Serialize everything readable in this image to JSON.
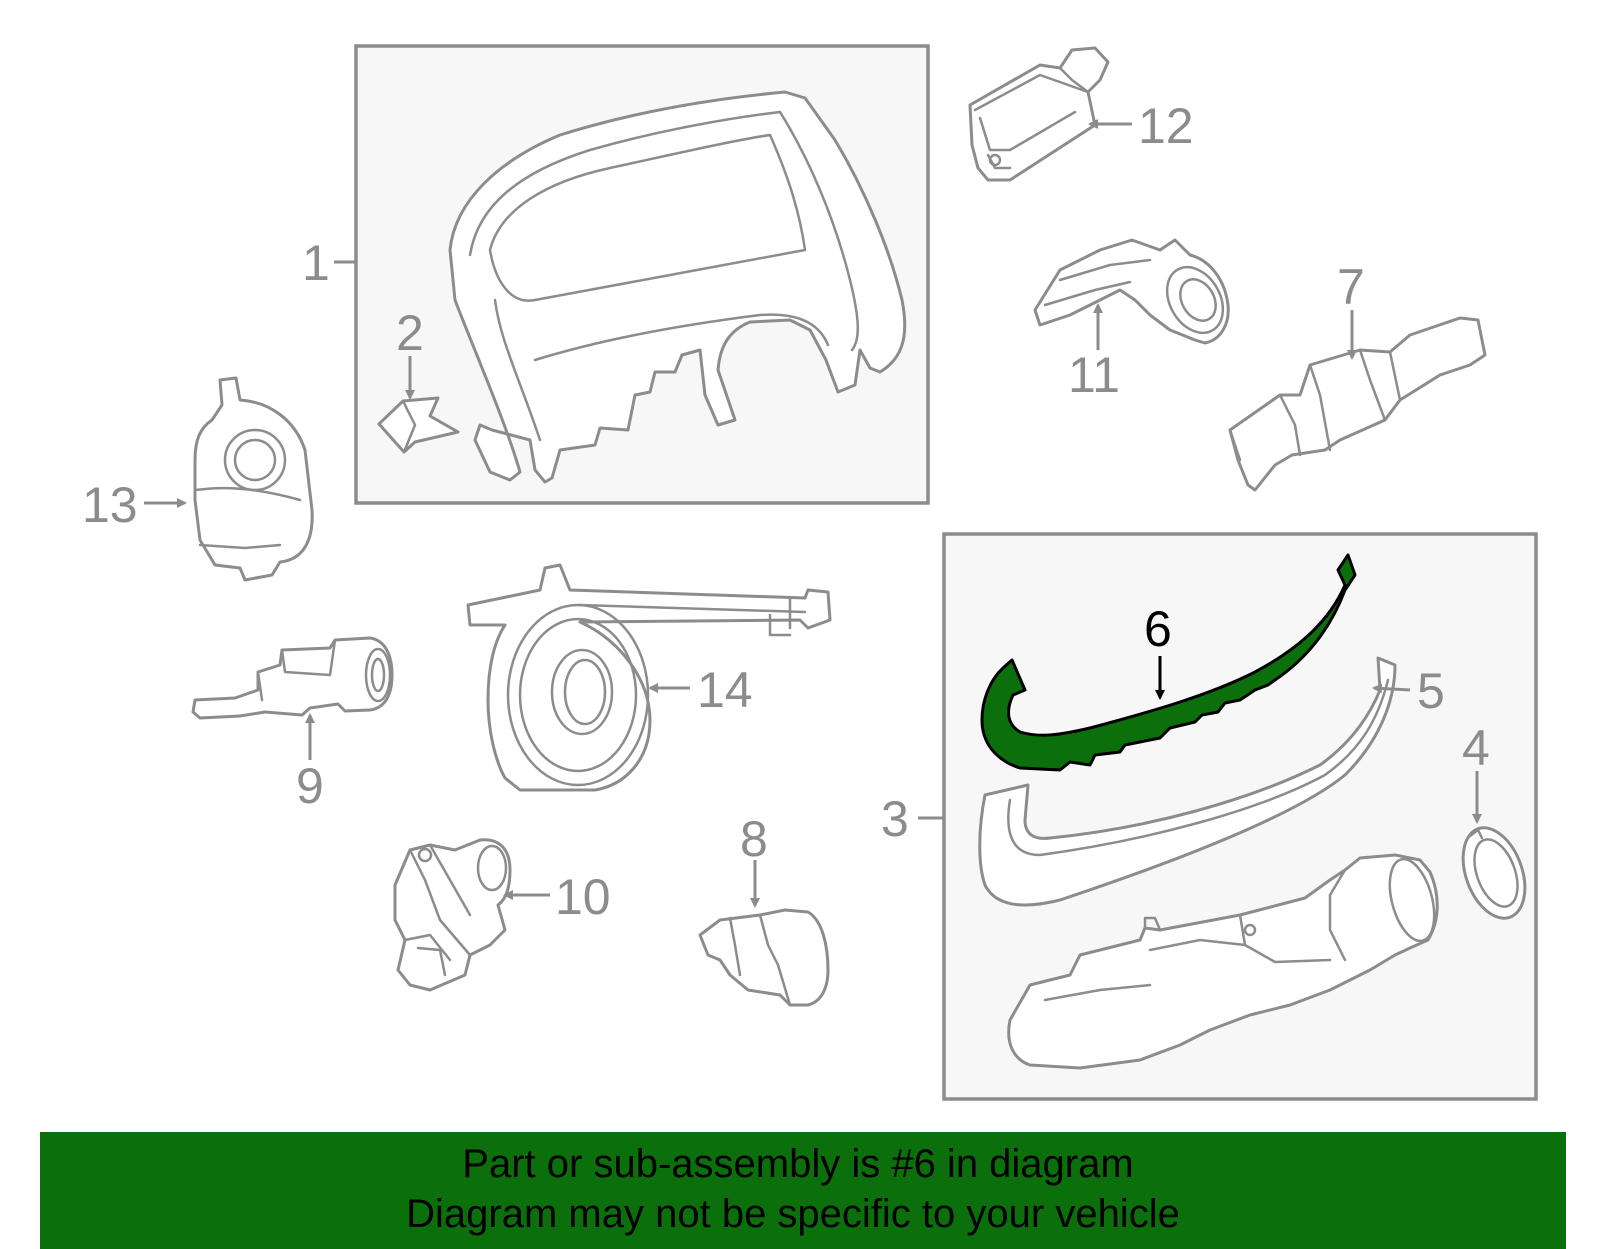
{
  "callouts": {
    "c1": "1",
    "c2": "2",
    "c3": "3",
    "c4": "4",
    "c5": "5",
    "c6": "6",
    "c7": "7",
    "c8": "8",
    "c9": "9",
    "c10": "10",
    "c11": "11",
    "c12": "12",
    "c13": "13",
    "c14": "14"
  },
  "highlighted_part": "6",
  "colors": {
    "highlight": "#0b6f0b",
    "linework": "#8c8c8c",
    "banner": "#0b6f0b"
  },
  "banner": {
    "line1": "Part or sub-assembly is #6 in diagram",
    "line2": "Diagram may not be specific to your vehicle"
  }
}
